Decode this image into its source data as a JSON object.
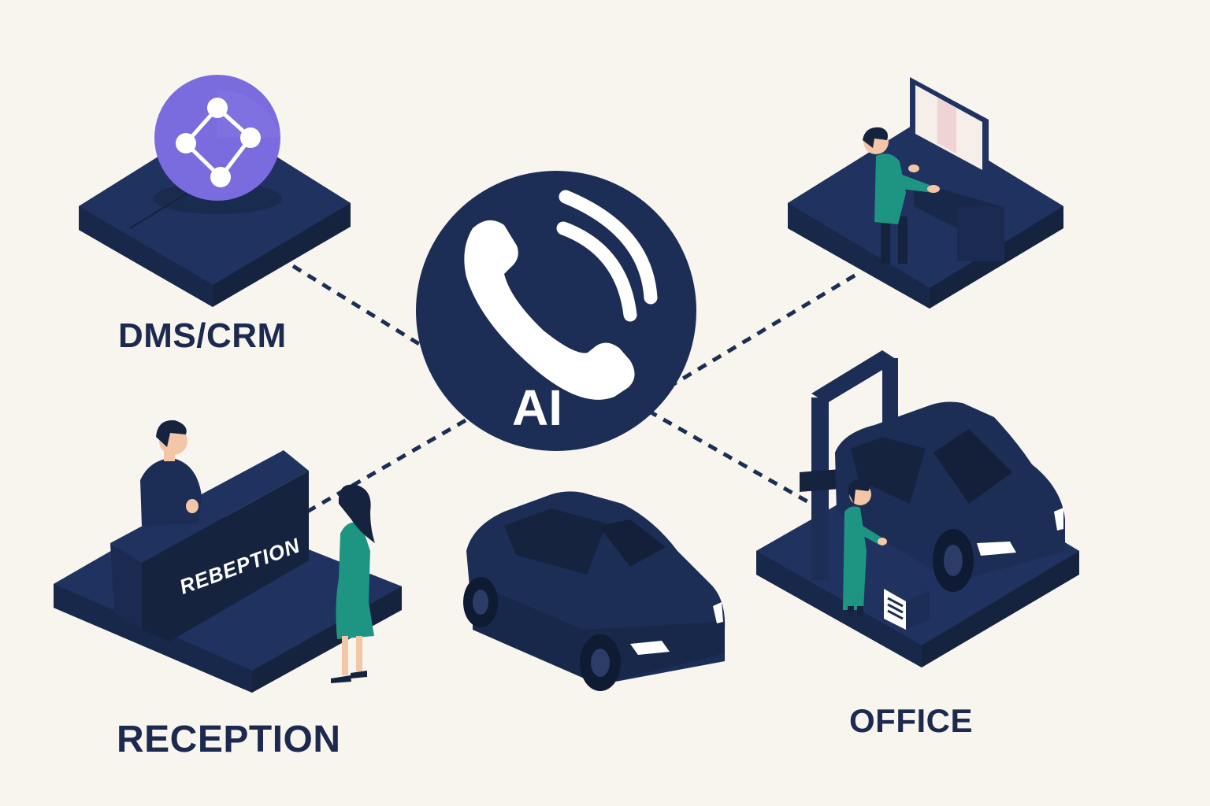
{
  "colors": {
    "background": "#f8f5ef",
    "navy": "#1c2d56",
    "navy_dark": "#16233f",
    "accent_purple": "#7a6cde",
    "teal": "#1e9583",
    "white": "#ffffff"
  },
  "hub": {
    "icon": "phone-ringing-icon",
    "label": "AI"
  },
  "nodes": {
    "dms_crm": {
      "label": "DMS/CRM",
      "icon": "network-nodes-icon"
    },
    "reception": {
      "label": "RECEPTION",
      "desk_sign": "REBEPTION"
    },
    "office": {
      "label": "OFFICE"
    },
    "workstation": {
      "icon": "computer-monitor-icon"
    },
    "vehicle": {
      "icon": "car-icon"
    },
    "service_bay": {
      "icon": "car-lift-icon"
    }
  }
}
